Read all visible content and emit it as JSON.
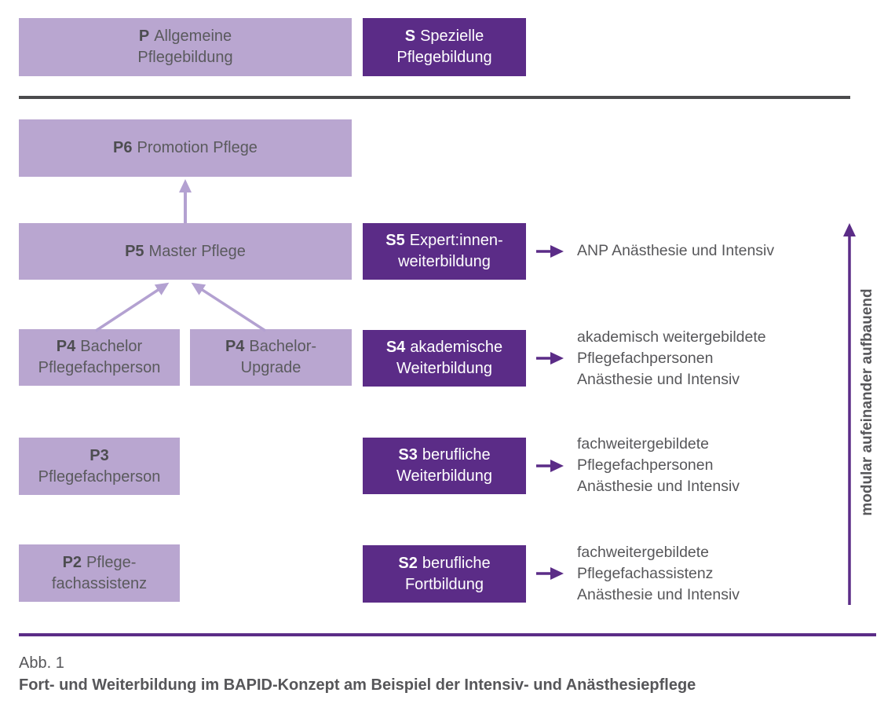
{
  "palette": {
    "light_purple": "#b9a6d0",
    "dark_purple": "#5b2c87",
    "arrow_light": "#b3a1d1",
    "text_gray": "#57575a",
    "divider_gray": "#4b4b4d"
  },
  "header": {
    "general": {
      "code": "P",
      "line1": "Allgemeine",
      "line2": "Pflegebildung"
    },
    "special": {
      "code": "S",
      "line1": "Spezielle",
      "line2": "Pflegebildung"
    }
  },
  "pathway_general": {
    "p6": {
      "code": "P6",
      "line1": "Promotion Pflege",
      "line2": ""
    },
    "p5": {
      "code": "P5",
      "line1": "Master Pflege",
      "line2": ""
    },
    "p4a": {
      "code": "P4",
      "line1": "Bachelor",
      "line2": "Pflegefachperson"
    },
    "p4b": {
      "code": "P4",
      "line1": "Bachelor-",
      "line2": "Upgrade"
    },
    "p3": {
      "code": "P3",
      "line1": "",
      "line2": "Pflegefachperson"
    },
    "p2": {
      "code": "P2",
      "line1": "Pflege-",
      "line2": "fachassistenz"
    }
  },
  "pathway_special": {
    "s5": {
      "code": "S5",
      "line1": "Expert:innen-",
      "line2": "weiterbildung",
      "annotation": [
        "ANP Anästhesie und Intensiv",
        "",
        ""
      ]
    },
    "s4": {
      "code": "S4",
      "line1": "akademische",
      "line2": "Weiterbildung",
      "annotation": [
        "akademisch weitergebildete",
        "Pflegefachpersonen",
        "Anästhesie und Intensiv"
      ]
    },
    "s3": {
      "code": "S3",
      "line1": "berufliche",
      "line2": "Weiterbildung",
      "annotation": [
        "fachweitergebildete",
        "Pflegefachpersonen",
        "Anästhesie und Intensiv"
      ]
    },
    "s2": {
      "code": "S2",
      "line1": "berufliche",
      "line2": "Fortbildung",
      "annotation": [
        "fachweitergebildete",
        "Pflegefachassistenz",
        "Anästhesie und Intensiv"
      ]
    }
  },
  "side_axis": {
    "label": "modular aufeinander aufbauend"
  },
  "caption": {
    "line1": "Abb. 1",
    "line2": "Fort- und Weiterbildung im BAPID-Konzept am Beispiel der Intensiv- und Anästhesiepflege"
  }
}
